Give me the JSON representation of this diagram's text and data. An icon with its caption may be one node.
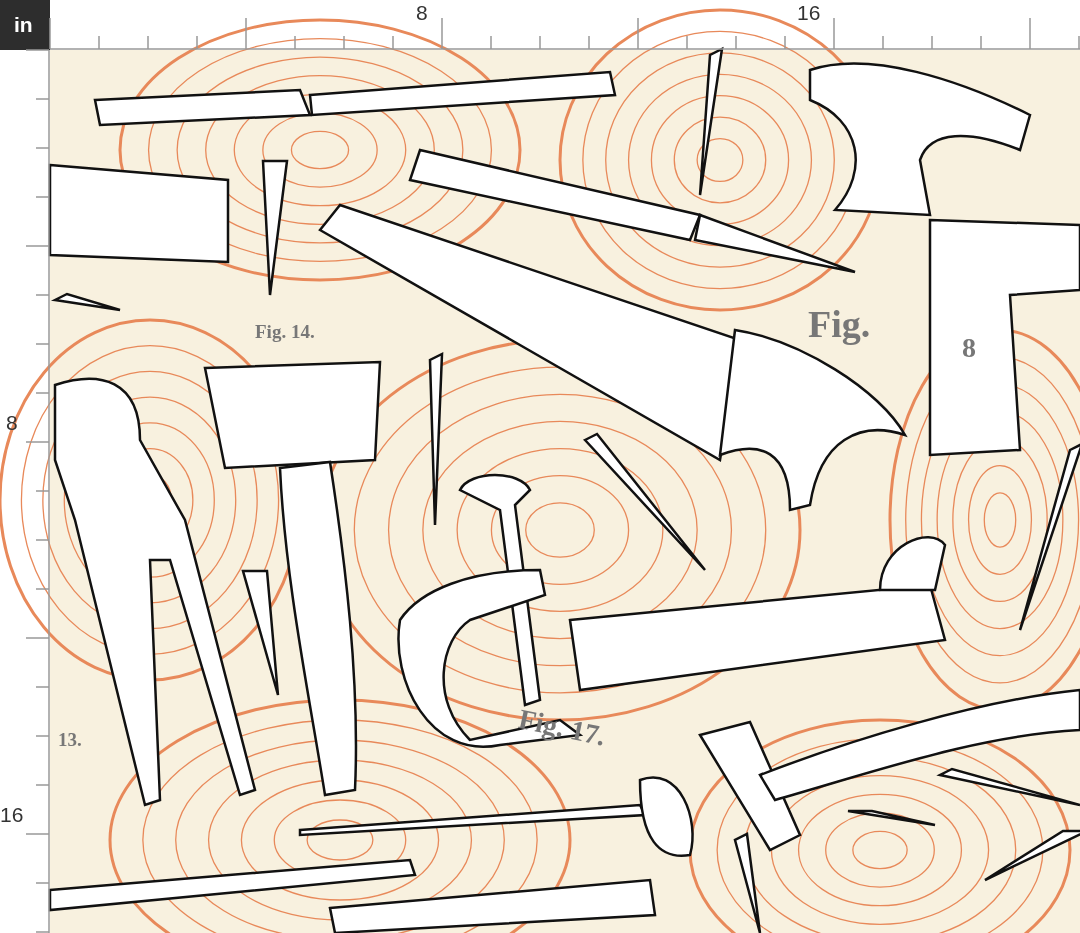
{
  "diagram": {
    "labels": [
      "in",
      "8",
      "16",
      "Fig. 14.",
      "Fig.",
      "8",
      "8",
      "13.",
      "Fig. 17.",
      "16"
    ]
  }
}
